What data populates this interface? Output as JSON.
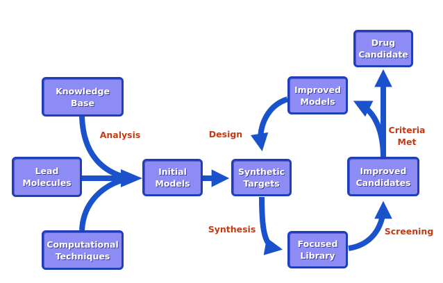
{
  "colors": {
    "box_fill": "#8c8cf4",
    "box_border": "#1f3fb8",
    "box_text": "#ffffff",
    "arrow": "#1a52cc",
    "label_text": "#c43a12"
  },
  "nodes": {
    "knowledge_base": "Knowledge\nBase",
    "lead_molecules": "Lead\nMolecules",
    "computational_techniques": "Computational\nTechniques",
    "initial_models": "Initial\nModels",
    "synthetic_targets": "Synthetic\nTargets",
    "improved_models": "Improved\nModels",
    "focused_library": "Focused\nLibrary",
    "improved_candidates": "Improved\nCandidates",
    "drug_candidate": "Drug\nCandidate"
  },
  "labels": {
    "analysis": "Analysis",
    "design": "Design",
    "synthesis": "Synthesis",
    "screening": "Screening",
    "criteria_met": "Criteria\nMet"
  }
}
